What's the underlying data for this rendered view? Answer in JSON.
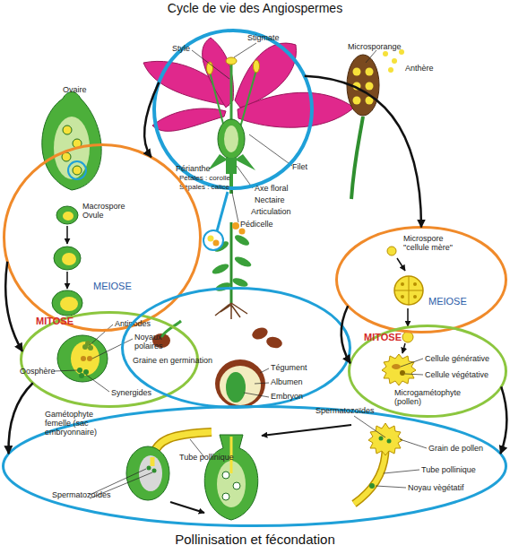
{
  "diagram": {
    "title": "Cycle de vie des Angiospermes",
    "caption": "Pollinisation et fécondation",
    "nodes": [
      {
        "text": [
          "Style",
          "Stigmate",
          "Périanthe",
          "Pétales : corolle",
          "Sépales : calice",
          "Filet",
          "Axe floral",
          "Nectaire",
          "Articulation",
          "Pédicelle"
        ]
      },
      {
        "text": [
          "Macrospore Ovule",
          "MEIOSE"
        ]
      },
      {
        "text": [
          "MITOSE",
          "Antipodes",
          "Noyaux polaires",
          "Oosphère",
          "Synergides"
        ]
      },
      {
        "text": [
          "Graine en germination",
          "Tégument",
          "Albumen",
          "Embryon"
        ]
      },
      {
        "text": [
          "Microspore \"cellule mère\"",
          "MEIOSE"
        ]
      },
      {
        "text": [
          "MITOSE",
          "Cellule générative",
          "Cellule végétative",
          "Microgamétophyte (pollen)"
        ]
      },
      {
        "text": [
          "Spermatozoïdes",
          "Grain de pollen",
          "Tube pollinique",
          "Noyau vègétatif",
          "Tube pollinique",
          "Spermatozoïdes"
        ]
      }
    ],
    "edges": [
      {
        "from": 0,
        "to": 1,
        "arrow": "to"
      },
      {
        "from": 0,
        "to": 4,
        "arrow": "to"
      },
      {
        "from": 1,
        "to": 2,
        "arrow": "to"
      },
      {
        "from": 4,
        "to": 5,
        "arrow": "to"
      },
      {
        "from": 5,
        "to": 6,
        "arrow": "to"
      },
      {
        "from": 2,
        "to": 6,
        "arrow": "to"
      }
    ],
    "labels": [
      "Ovaire",
      "Microsporange",
      "Anthère",
      "Gamétophyte femelle (sac embryonnaire)"
    ]
  }
}
